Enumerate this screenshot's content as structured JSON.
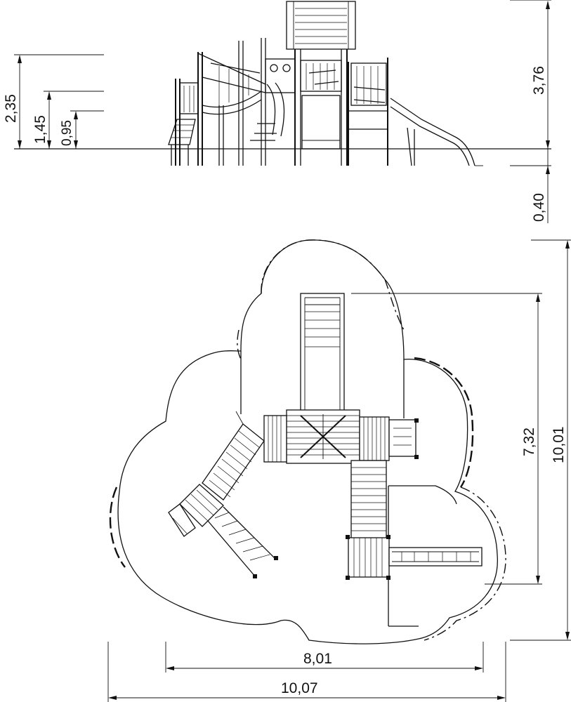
{
  "elevation": {
    "dimensions": {
      "height_total": "2,35",
      "height_platform_high": "1,45",
      "height_platform_low": "0,95",
      "height_roof": "3,76",
      "depth_foundation": "0,40"
    }
  },
  "plan": {
    "dimensions": {
      "depth_equipment": "7,32",
      "depth_safety_area": "10,01",
      "width_equipment": "8,01",
      "width_safety_area": "10,07"
    }
  }
}
